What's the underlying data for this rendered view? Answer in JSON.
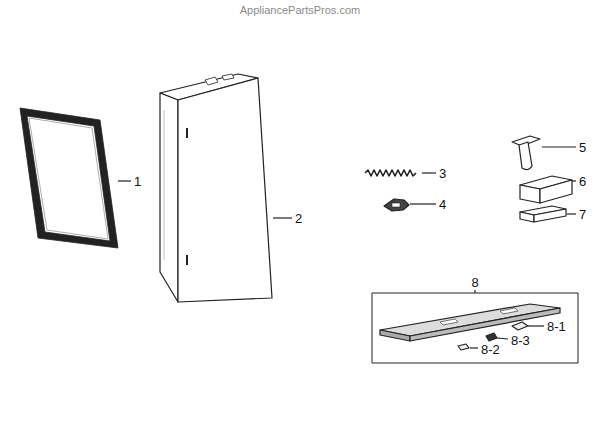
{
  "diagram": {
    "labels": [
      "AppliancePartsPros.com",
      "1",
      "2",
      "3",
      "4",
      "5",
      "6",
      "7",
      "8",
      "8-1",
      "8-3",
      "8-2"
    ]
  }
}
